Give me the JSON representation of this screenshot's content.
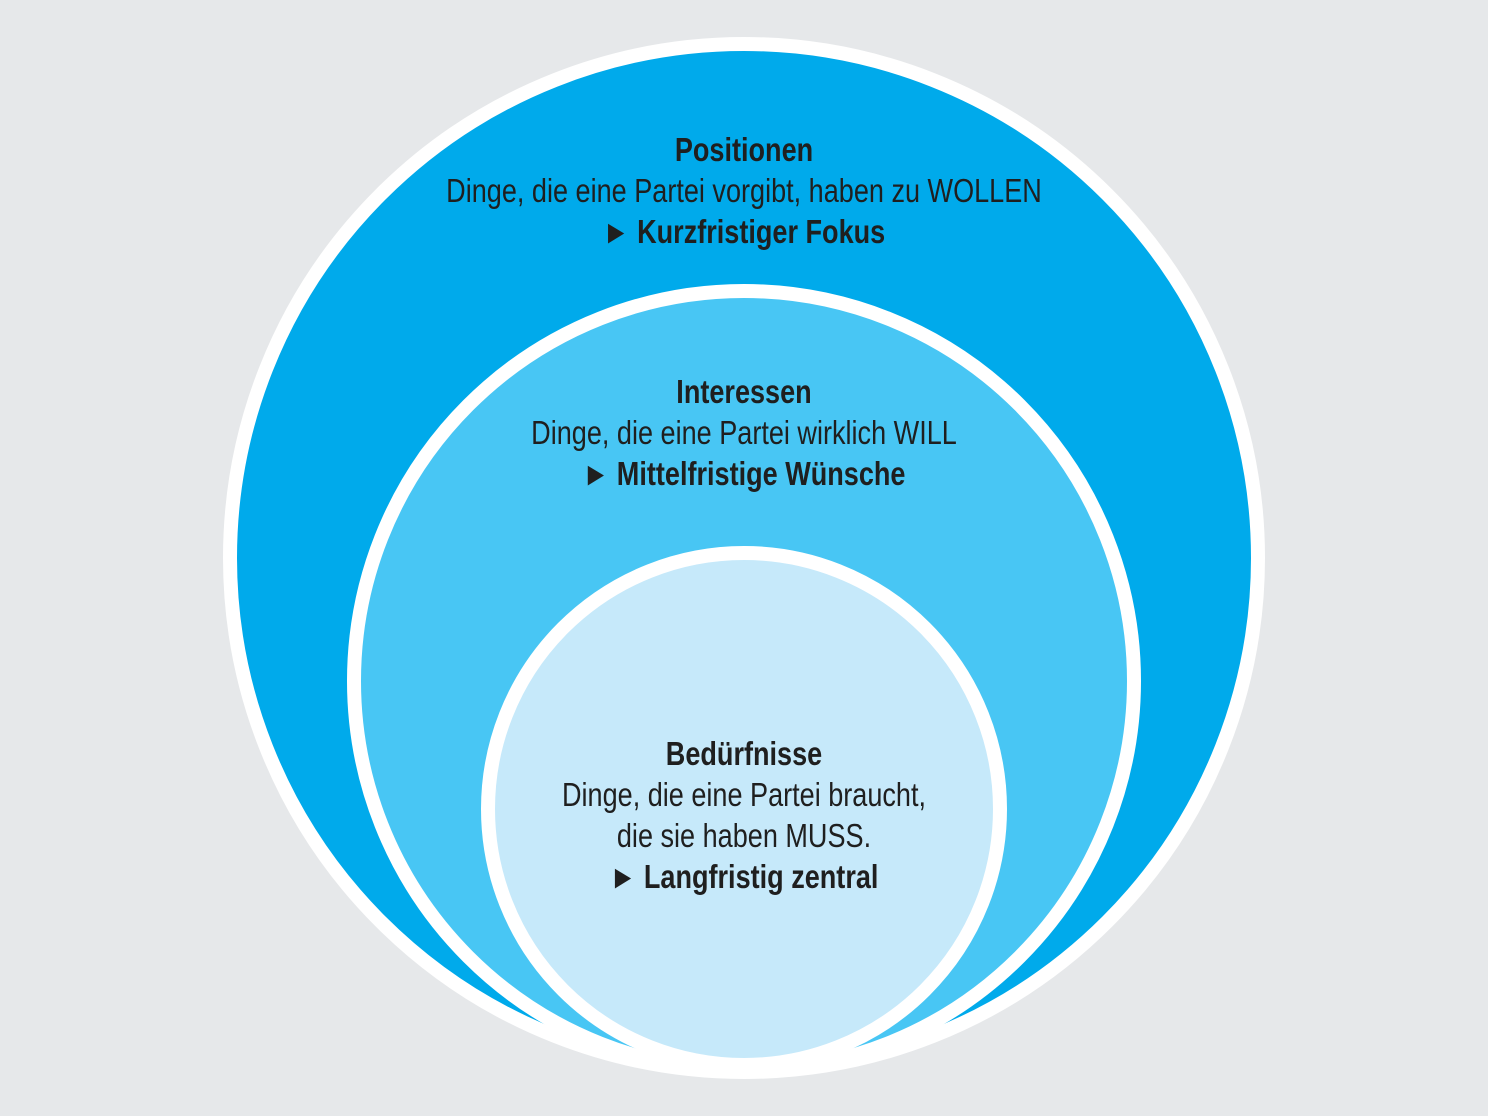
{
  "colors": {
    "background": "#E6E8EA",
    "outer_ring": "#00AAEB",
    "middle_ring": "#48C6F4",
    "inner_ring": "#C6E9FA",
    "border": "#FFFFFF",
    "text": "#1F1F1F"
  },
  "rings": {
    "positionen": {
      "title": "Positionen",
      "description": [
        "Dinge, die eine Partei vorgibt, haben zu WOLLEN"
      ],
      "focus": "► Kurzfristiger Fokus"
    },
    "interessen": {
      "title": "Interessen",
      "description": [
        "Dinge, die eine Partei wirklich WILL"
      ],
      "focus": "► Mittelfristige Wünsche"
    },
    "beduerfnisse": {
      "title": "Bedürfnisse",
      "description": [
        "Dinge, die eine Partei braucht,",
        "die sie haben MUSS."
      ],
      "focus": "► Langfristig zentral"
    }
  }
}
